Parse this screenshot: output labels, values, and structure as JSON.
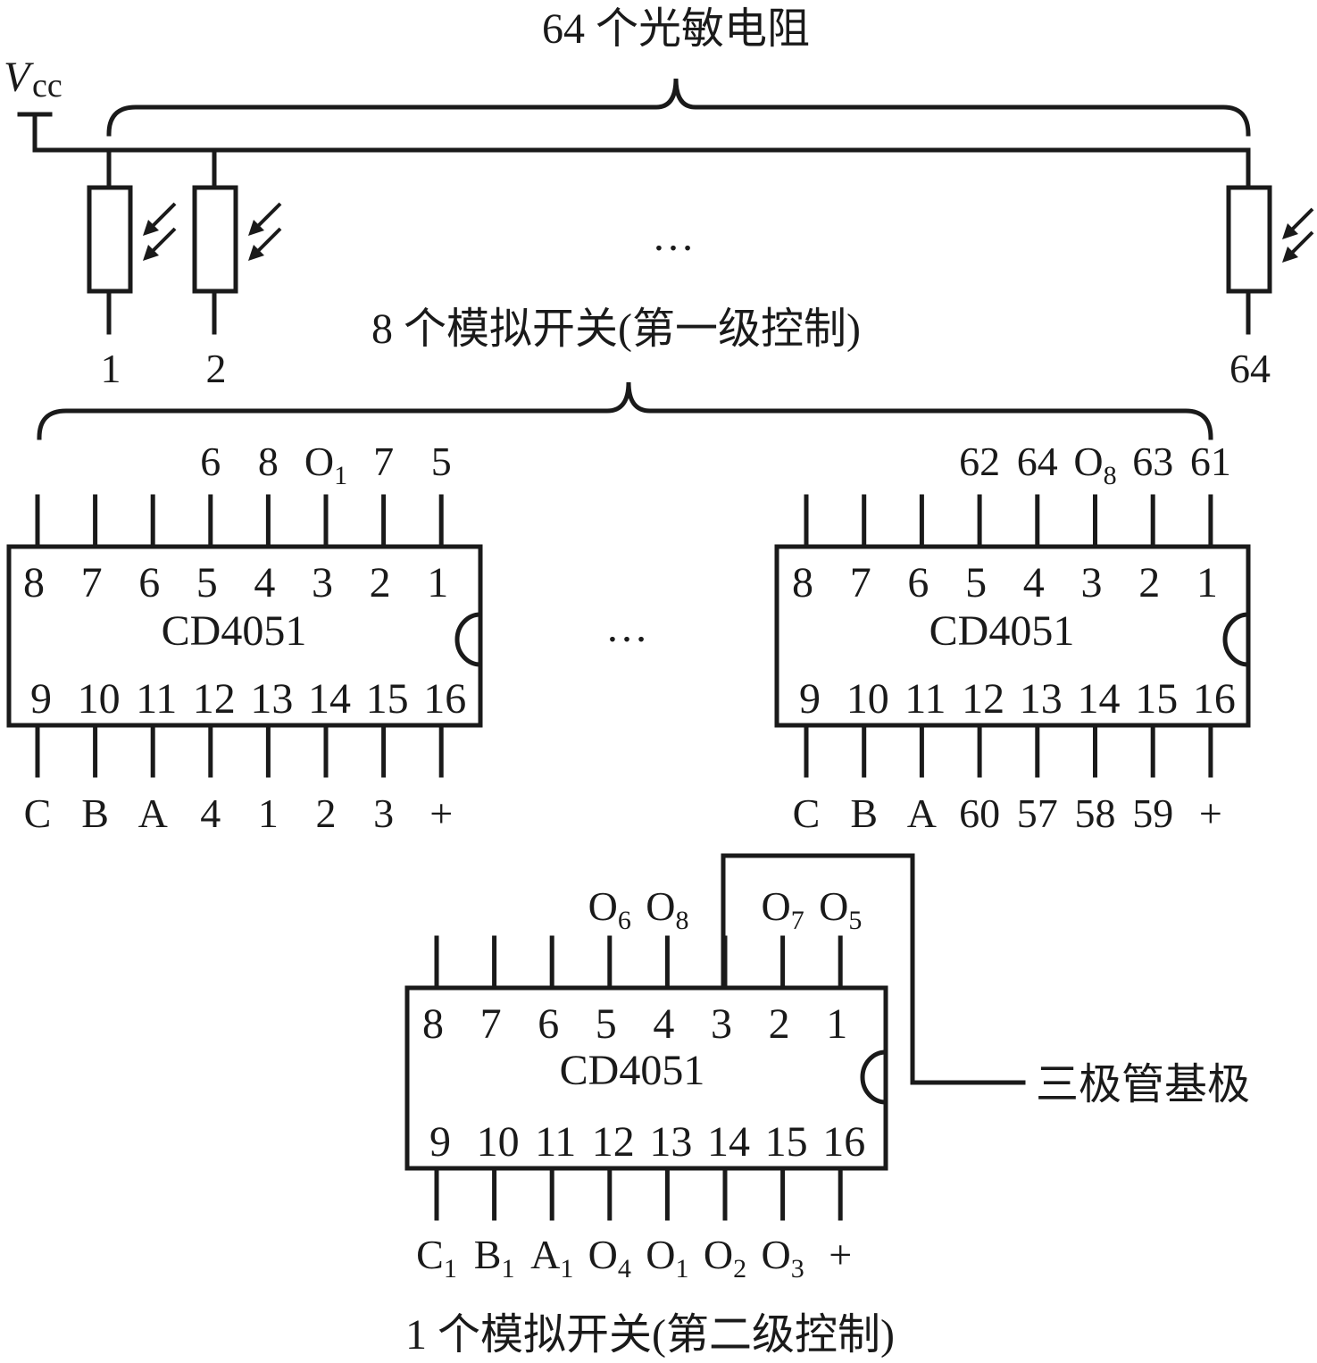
{
  "title": "64 个光敏电阻",
  "supply": {
    "symbol": "V",
    "subscript": "cc"
  },
  "resistor_labels": [
    "1",
    "2",
    "64"
  ],
  "ellipsis": "…",
  "stage1_title": "8 个模拟开关(第一级控制)",
  "stage2_title": "1 个模拟开关(第二级控制)",
  "chip_name": "CD4051",
  "top_pin_numbers": [
    "8",
    "7",
    "6",
    "5",
    "4",
    "3",
    "2",
    "1"
  ],
  "bottom_pin_numbers": [
    "9",
    "10",
    "11",
    "12",
    "13",
    "14",
    "15",
    "16"
  ],
  "chip1": {
    "top_labels": [
      "",
      "",
      "",
      "6",
      "8",
      "O1",
      "7",
      "5"
    ],
    "bottom_labels": [
      "C",
      "B",
      "A",
      "4",
      "1",
      "2",
      "3",
      "+"
    ]
  },
  "chip2": {
    "top_labels": [
      "",
      "",
      "",
      "62",
      "64",
      "O8",
      "63",
      "61"
    ],
    "bottom_labels": [
      "C",
      "B",
      "A",
      "60",
      "57",
      "58",
      "59",
      "+"
    ]
  },
  "chip3": {
    "top_labels": [
      "",
      "",
      "",
      "O6",
      "O8",
      "",
      "O7",
      "O5"
    ],
    "bottom_labels": [
      "C1",
      "B1",
      "A1",
      "O4",
      "O1",
      "O2",
      "O3",
      "+"
    ]
  },
  "transistor_label": "三极管基极"
}
